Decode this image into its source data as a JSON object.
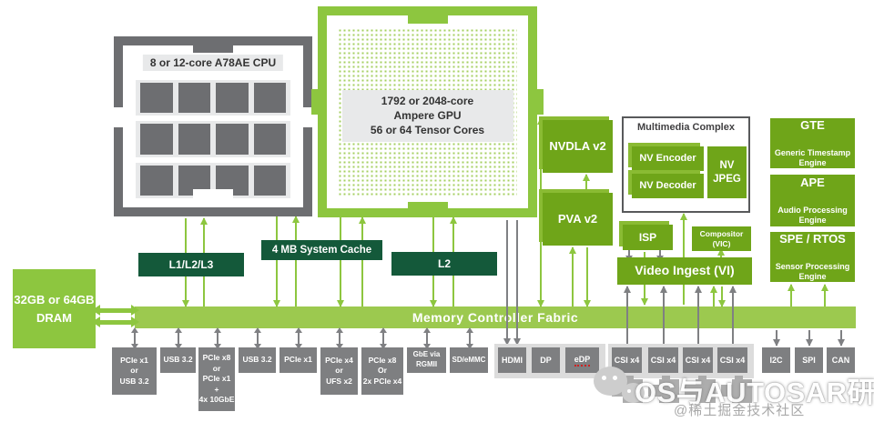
{
  "colors": {
    "nvidia_green": "#6fa519",
    "light_green": "#8dc63f",
    "fabric_green": "#9cc94f",
    "dark_green": "#14593a",
    "io_gray": "#7e7f81",
    "cpu_gray": "#6d6e71"
  },
  "cpu": {
    "title": "8 or 12-core A78AE CPU"
  },
  "gpu": {
    "label": "1792 or 2048-core\nAmpere GPU\n56 or 64 Tensor Cores"
  },
  "caches": {
    "cpu_cache": "L1/L2/L3",
    "system_cache": "4 MB System Cache",
    "gpu_cache": "L2"
  },
  "accelerators": {
    "nvdla": "NVDLA v2",
    "pva": "PVA v2"
  },
  "multimedia": {
    "title": "Multimedia Complex",
    "encoder": "NV Encoder",
    "decoder": "NV Decoder",
    "jpeg": "NV\nJPEG"
  },
  "video": {
    "isp": "ISP",
    "compositor": "Compositor\n(VIC)",
    "ingest": "Video Ingest (VI)"
  },
  "engines": [
    {
      "abbr": "GTE",
      "desc": "Generic Timestamp\nEngine"
    },
    {
      "abbr": "APE",
      "desc": "Audio Processing\nEngine"
    },
    {
      "abbr": "SPE / RTOS",
      "desc": "Sensor Processing\nEngine"
    }
  ],
  "dram": {
    "label": "32GB or 64GB\nDRAM"
  },
  "fabric": {
    "label": "Memory Controller Fabric"
  },
  "io_left": [
    "PCIe x1\nor\nUSB 3.2",
    "USB 3.2",
    "PCIe x8\nor\nPCIe x1\n+\n4x 10GbE",
    "USB 3.2",
    "PCIe x1",
    "PCIe x4\nor\nUFS x2",
    "PCIe x8\nOr\n2x PCIe x4",
    "GbE via\nRGMII",
    "SD/eMMC"
  ],
  "display_io": [
    "HDMI",
    "DP",
    "eDP"
  ],
  "csi_io": [
    "CSI x4",
    "CSI x4",
    "CSI x4",
    "CSI x4"
  ],
  "misc_io": [
    "I2C",
    "SPI",
    "CAN"
  ],
  "watermark": {
    "title": "OS与AUTOSAR研究",
    "subtitle": "@稀土掘金技术社区"
  }
}
